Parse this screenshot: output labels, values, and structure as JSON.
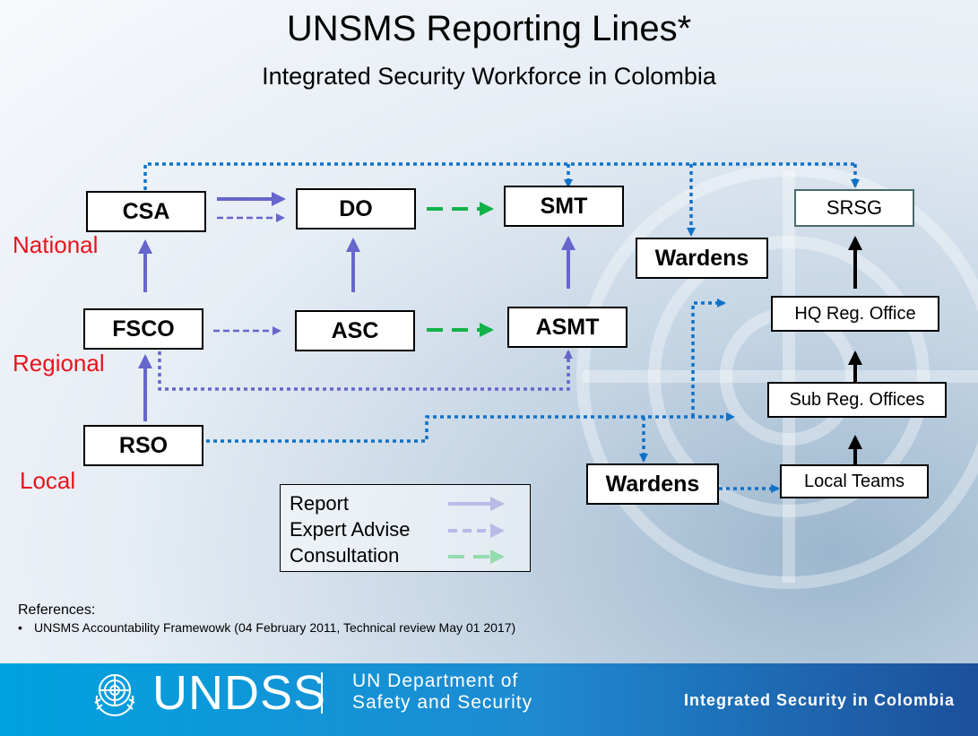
{
  "header": {
    "title": "UNSMS Reporting Lines*",
    "subtitle": "Integrated Security Workforce in Colombia"
  },
  "levels": {
    "national": "National",
    "regional": "Regional",
    "local": "Local"
  },
  "nodes": {
    "csa": "CSA",
    "do": "DO",
    "smt": "SMT",
    "wardens_national": "Wardens",
    "srsg": "SRSG",
    "fsco": "FSCO",
    "asc": "ASC",
    "asmt": "ASMT",
    "hq_reg_office": "HQ Reg. Office",
    "rso": "RSO",
    "sub_reg_offices": "Sub Reg. Offices",
    "wardens_local": "Wardens",
    "local_teams": "Local Teams"
  },
  "legend": {
    "items": [
      "Report",
      "Expert Advise",
      "Consultation"
    ]
  },
  "colors": {
    "report": "#6666cc",
    "expert_advise": "#6666cc",
    "consultation": "#12b24b",
    "blue_dotted": "#0f72c8",
    "level_label": "#e8141b",
    "footer": "#00a2e0"
  },
  "references": {
    "heading": "References:",
    "items": [
      "UNSMS Accountability Framewowk (04 February 2011, Technical review  May 01 2017)"
    ]
  },
  "footer": {
    "brand": "UNDSS",
    "dept_line1": "UN Department of",
    "dept_line2": "Safety and Security",
    "tagline": "Integrated Security in Colombia",
    "logo_icon": "un-emblem-icon"
  }
}
